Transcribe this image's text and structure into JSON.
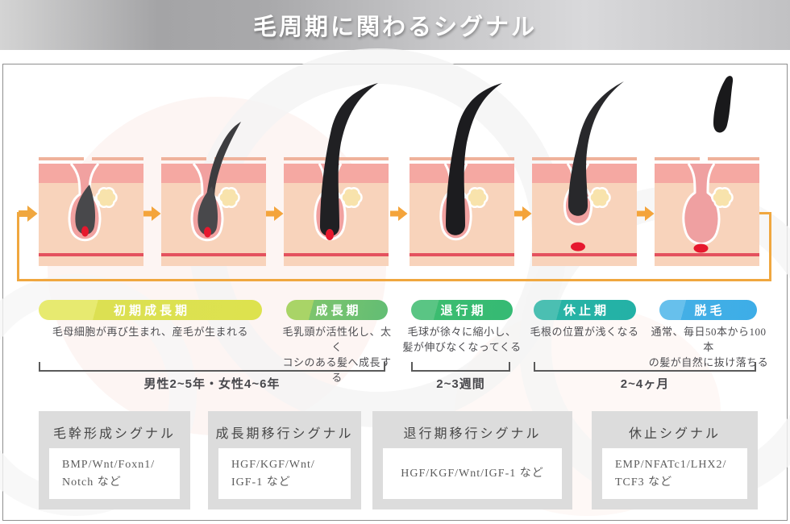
{
  "header": {
    "title": "毛周期に関わるシグナル"
  },
  "stages": [
    {
      "id": "early-anagen",
      "label": "初期成長期",
      "desc": "毛母細胞が再び生まれ、産毛が生まれる",
      "pill_color": "#dce052"
    },
    {
      "id": "anagen",
      "label": "成長期",
      "desc": "毛乳頭が活性化し、太く\nコシのある髪へ成長する",
      "pill_color": "#7cc46d"
    },
    {
      "id": "catagen",
      "label": "退行期",
      "desc": "毛球が徐々に縮小し、\n髪が伸びなくなってくる",
      "pill_color": "#3bbc70"
    },
    {
      "id": "telogen",
      "label": "休止期",
      "desc": "毛根の位置が浅くなる",
      "pill_color": "#27b3a5"
    },
    {
      "id": "shedding",
      "label": "脱毛",
      "desc": "通常、毎日50本から100本\nの髪が自然に抜け落ちる",
      "pill_color": "#43afe6"
    }
  ],
  "durations": [
    {
      "label": "男性2~5年・女性4~6年"
    },
    {
      "label": "2~3週間"
    },
    {
      "label": "2~4ヶ月"
    }
  ],
  "signals": [
    {
      "title": "毛幹形成シグナル",
      "content": "BMP/Wnt/Foxn1/\nNotch など"
    },
    {
      "title": "成長期移行シグナル",
      "content": "HGF/KGF/Wnt/\nIGF-1 など"
    },
    {
      "title": "退行期移行シグナル",
      "content": "HGF/KGF/Wnt/IGF-1 など"
    },
    {
      "title": "休止シグナル",
      "content": "EMP/NFATc1/LHX2/\nTCF3 など"
    }
  ],
  "colors": {
    "arrow_orange": "#f4a43b",
    "cycle_loop_orange": "#f0a73f",
    "skin_body": "#f8d3bb",
    "epidermis": "#f5a8a2",
    "follicle_pink": "#f1a1a0",
    "sebaceous_gland": "#f8e3ac",
    "dermal_papilla_red": "#e6182e",
    "blood_vessel_red": "#e4515e",
    "hair_dark": "#202023",
    "header_gray": "#b5b5b7",
    "signal_box_gray": "#dcdcdc"
  }
}
